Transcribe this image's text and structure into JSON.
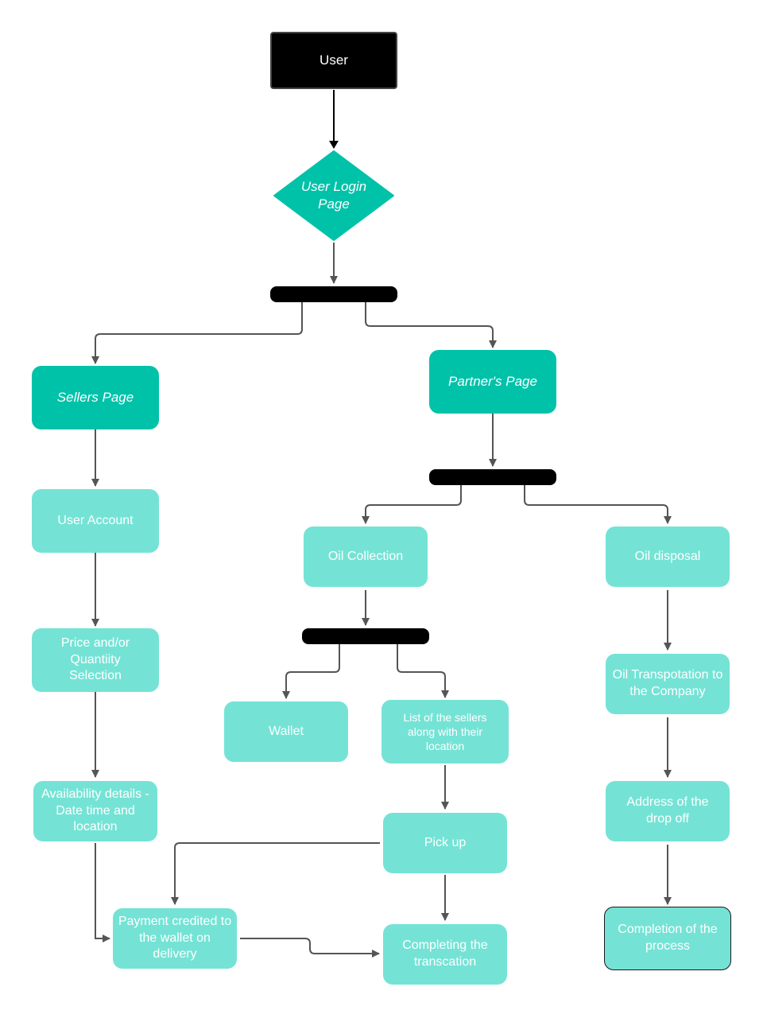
{
  "nodes": {
    "user": "User",
    "user_login": "User Login Page",
    "sellers_page": "Sellers Page",
    "partners_page": "Partner's Page",
    "user_account": "User Account",
    "price_quantity": "Price and/or Quantiity Selection",
    "availability": "Availability details - Date time and location",
    "payment": "Payment credited to the wallet on delivery",
    "oil_collection": "Oil Collection",
    "wallet": "Wallet",
    "sellers_list": "List of the sellers along with their location",
    "pick_up": "Pick up",
    "completing": "Completing the transcation",
    "oil_disposal": "Oil disposal",
    "oil_transport": "Oil Transpotation to the Company",
    "drop_off": "Address of the drop off",
    "completion": "Completion of the process"
  },
  "colors": {
    "primary": "#00c2a9",
    "light": "#74e3d5",
    "bar": "#000000",
    "connector": "#555555"
  }
}
